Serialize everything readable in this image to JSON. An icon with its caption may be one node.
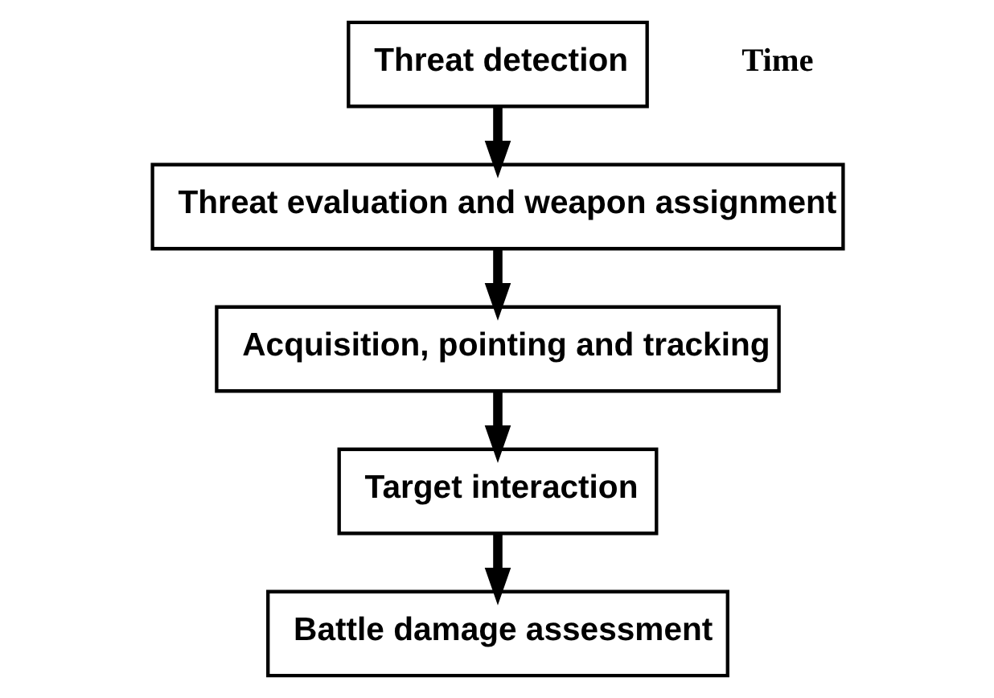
{
  "diagram": {
    "nodes": [
      {
        "text": [
          "Threat detection"
        ]
      },
      {
        "text": [
          "Threat evaluation and weapon assignment"
        ]
      },
      {
        "text": [
          "Acquisition, pointing and tracking"
        ]
      },
      {
        "text": [
          "Target interaction"
        ]
      },
      {
        "text": [
          "Battle damage assessment"
        ]
      }
    ],
    "edges": [
      {
        "from": 0,
        "to": 1,
        "arrow": "to"
      },
      {
        "from": 1,
        "to": 2,
        "arrow": "to"
      },
      {
        "from": 2,
        "to": 3,
        "arrow": "to"
      },
      {
        "from": 3,
        "to": 4,
        "arrow": "to"
      }
    ],
    "labels": [
      "Time"
    ]
  }
}
